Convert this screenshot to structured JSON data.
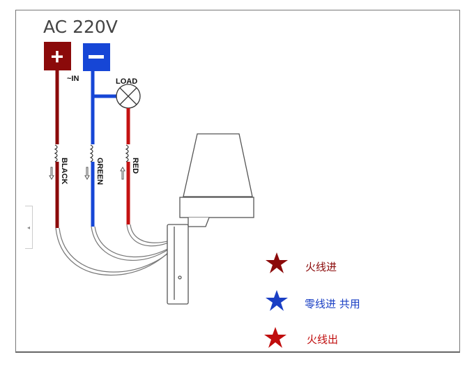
{
  "title": "AC 220V",
  "terminals": {
    "plus": "+",
    "minus": "−"
  },
  "labels": {
    "in": "~IN",
    "load": "LOAD",
    "black": "BLACK",
    "green": "GREEN",
    "red": "RED"
  },
  "legend": [
    {
      "text": "火线进",
      "color": "#8b0a0a"
    },
    {
      "text": "零线进 共用",
      "color": "#1a3fc4"
    },
    {
      "text": "火线出",
      "color": "#c00d0d"
    }
  ],
  "colors": {
    "dark_red": "#8b0a0a",
    "blue": "#1646d6",
    "red": "#c41212"
  },
  "side_tab": "◂"
}
